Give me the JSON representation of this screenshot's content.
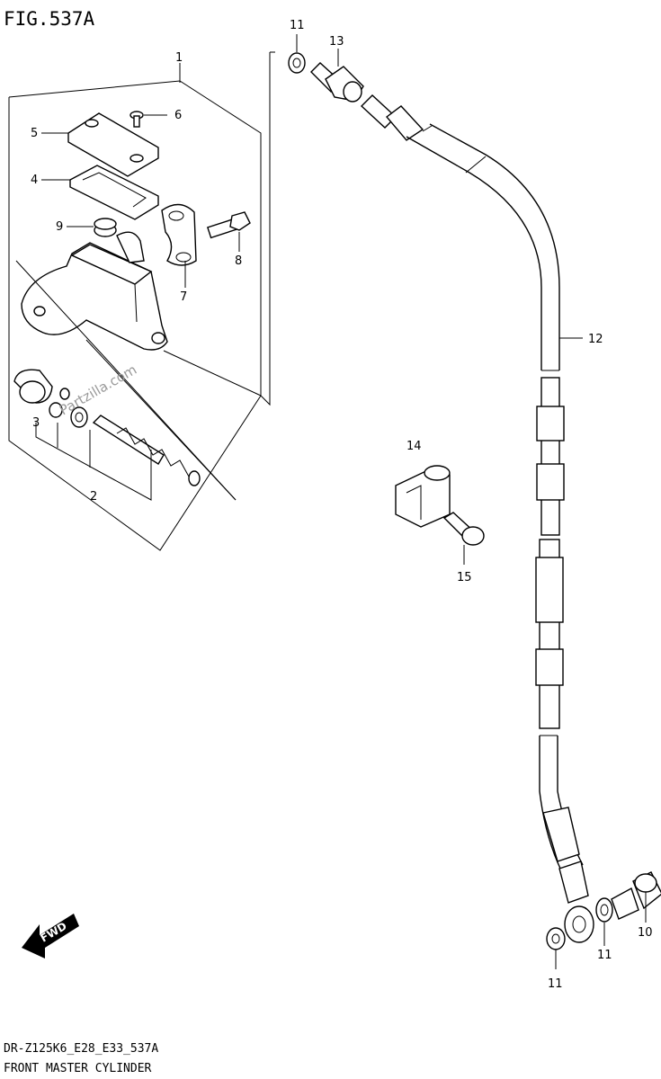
{
  "figure": {
    "title": "FIG.537A",
    "footer_code": "DR-Z125K6_E28_E33_537A",
    "footer_name": "FRONT MASTER CYLINDER",
    "watermark": "Partzilla.com",
    "fwd_label": "FWD"
  },
  "callouts": {
    "c1": "1",
    "c2": "2",
    "c3": "3",
    "c4": "4",
    "c5": "5",
    "c6": "6",
    "c7": "7",
    "c8": "8",
    "c9": "9",
    "c10": "10",
    "c11a": "11",
    "c11b": "11",
    "c11c": "11",
    "c12": "12",
    "c13": "13",
    "c14": "14",
    "c15": "15"
  }
}
